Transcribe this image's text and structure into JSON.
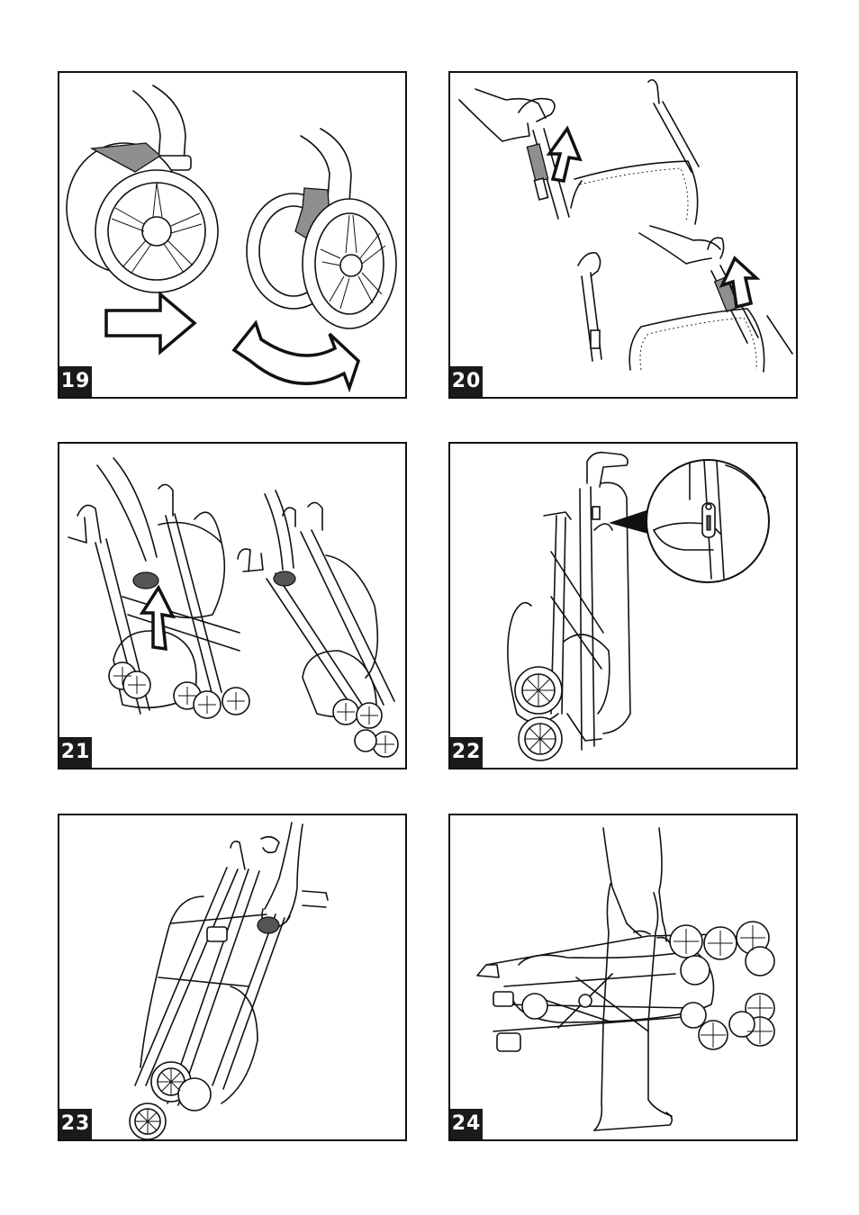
{
  "panels": [
    {
      "number": "19"
    },
    {
      "number": "20"
    },
    {
      "number": "21"
    },
    {
      "number": "22"
    },
    {
      "number": "23"
    },
    {
      "number": "24"
    }
  ]
}
